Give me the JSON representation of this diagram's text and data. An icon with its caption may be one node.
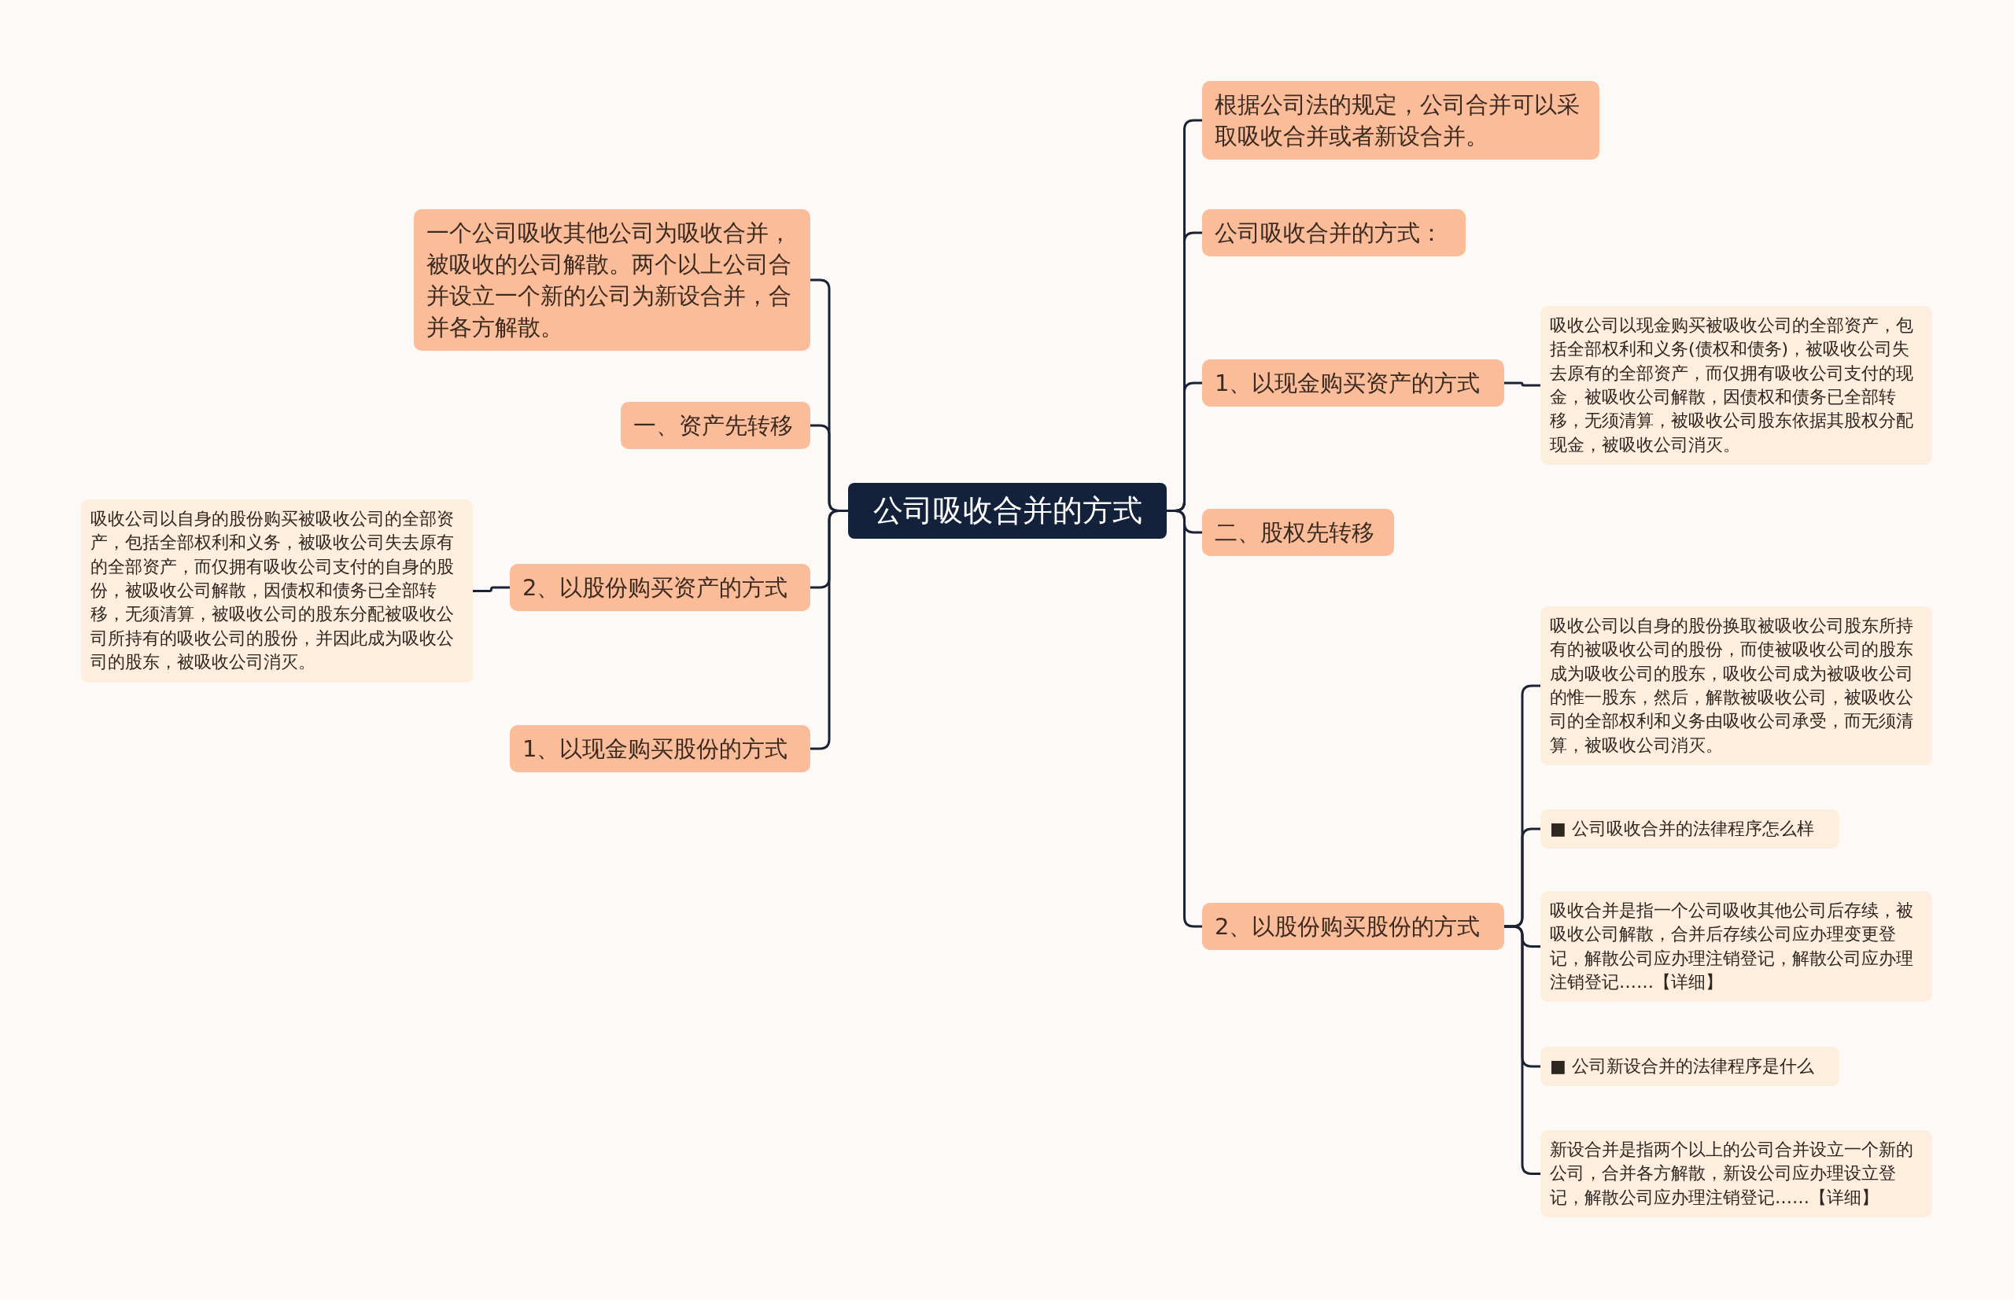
{
  "diagram": {
    "nodes": [
      {
        "text": [
          "公司吸收合并的方式"
        ]
      },
      {
        "text": [
          "一个公司吸收其他公司为吸收合并，被吸收的公司解散。两个以上公司合并设立一个新的公司为新设合并，合并各方解散。"
        ]
      },
      {
        "text": [
          "一、资产先转移"
        ]
      },
      {
        "text": [
          "2、以股份购买资产的方式"
        ]
      },
      {
        "text": [
          "吸收公司以自身的股份购买被吸收公司的全部资产，包括全部权利和义务，被吸收公司失去原有的全部资产，而仅拥有吸收公司支付的自身的股份，被吸收公司解散，因债权和债务已全部转移，无须清算，被吸收公司的股东分配被吸收公司所持有的吸收公司的股份，并因此成为吸收公司的股东，被吸收公司消灭。"
        ]
      },
      {
        "text": [
          "1、以现金购买股份的方式"
        ]
      },
      {
        "text": [
          "根据公司法的规定，公司合并可以采取吸收合并或者新设合并。"
        ]
      },
      {
        "text": [
          "公司吸收合并的方式："
        ]
      },
      {
        "text": [
          "1、以现金购买资产的方式"
        ]
      },
      {
        "text": [
          "吸收公司以现金购买被吸收公司的全部资产，包括全部权利和义务(债权和债务)，被吸收公司失去原有的全部资产，而仅拥有吸收公司支付的现金，被吸收公司解散，因债权和债务已全部转移，无须清算，被吸收公司股东依据其股权分配现金，被吸收公司消灭。"
        ]
      },
      {
        "text": [
          "二、股权先转移"
        ]
      },
      {
        "text": [
          "2、以股份购买股份的方式"
        ]
      },
      {
        "text": [
          "吸收公司以自身的股份换取被吸收公司股东所持有的被吸收公司的股份，而使被吸收公司的股东成为吸收公司的股东，吸收公司成为被吸收公司的惟一股东，然后，解散被吸收公司，被吸收公司的全部权利和义务由吸收公司承受，而无须清算，被吸收公司消灭。"
        ]
      },
      {
        "text": [
          "■ 公司吸收合并的法律程序怎么样"
        ]
      },
      {
        "text": [
          "吸收合并是指一个公司吸收其他公司后存续，被吸收公司解散，合并后存续公司应办理变更登记，解散公司应办理注销登记，解散公司应办理注销登记……【详细】"
        ]
      },
      {
        "text": [
          "■ 公司新设合并的法律程序是什么"
        ]
      },
      {
        "text": [
          "新设合并是指两个以上的公司合并设立一个新的公司，合并各方解散，新设公司应办理设立登记，解散公司应办理注销登记……【详细】"
        ]
      }
    ],
    "edges": [
      {
        "from": 0,
        "to": 1,
        "arrow": "none"
      },
      {
        "from": 0,
        "to": 2,
        "arrow": "none"
      },
      {
        "from": 0,
        "to": 3,
        "arrow": "none"
      },
      {
        "from": 3,
        "to": 4,
        "arrow": "none"
      },
      {
        "from": 0,
        "to": 5,
        "arrow": "none"
      },
      {
        "from": 0,
        "to": 6,
        "arrow": "none"
      },
      {
        "from": 0,
        "to": 7,
        "arrow": "none"
      },
      {
        "from": 0,
        "to": 8,
        "arrow": "none"
      },
      {
        "from": 8,
        "to": 9,
        "arrow": "none"
      },
      {
        "from": 0,
        "to": 10,
        "arrow": "none"
      },
      {
        "from": 0,
        "to": 11,
        "arrow": "none"
      },
      {
        "from": 11,
        "to": 12,
        "arrow": "none"
      },
      {
        "from": 11,
        "to": 13,
        "arrow": "none"
      },
      {
        "from": 11,
        "to": 14,
        "arrow": "none"
      },
      {
        "from": 11,
        "to": 15,
        "arrow": "none"
      },
      {
        "from": 11,
        "to": 16,
        "arrow": "none"
      }
    ]
  }
}
